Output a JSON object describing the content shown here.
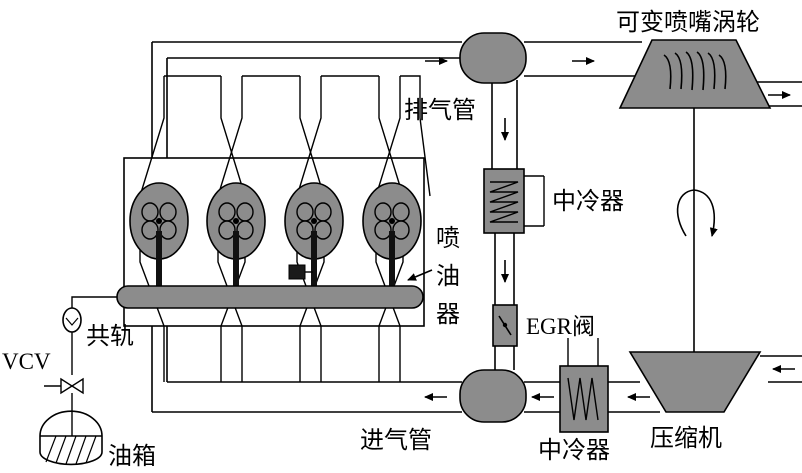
{
  "labels": {
    "turbo": "可变喷嘴涡轮",
    "exhaust": "排气管",
    "intercooler_top": "中冷器",
    "injector_1": "喷",
    "injector_2": "油",
    "injector_3": "器",
    "egr": "EGR阀",
    "rail": "共轨",
    "vcv": "VCV",
    "tank": "油箱",
    "intake": "进气管",
    "intercooler_bottom": "中冷器",
    "compressor": "压缩机"
  },
  "colors": {
    "fill_gray": "#8c8c8c",
    "stroke": "#000000",
    "background": "#ffffff"
  },
  "icons": {
    "cylinder": "cylinder-valve-icon",
    "turbine": "turbine-icon",
    "compressor": "compressor-icon",
    "intercooler": "intercooler-coil-icon",
    "egr_valve": "egr-valve-icon",
    "pump": "fuel-pump-icon",
    "tank": "fuel-tank-icon",
    "flow_arrow": "flow-arrow-icon",
    "rotation_arrow": "rotation-arrow-icon"
  }
}
